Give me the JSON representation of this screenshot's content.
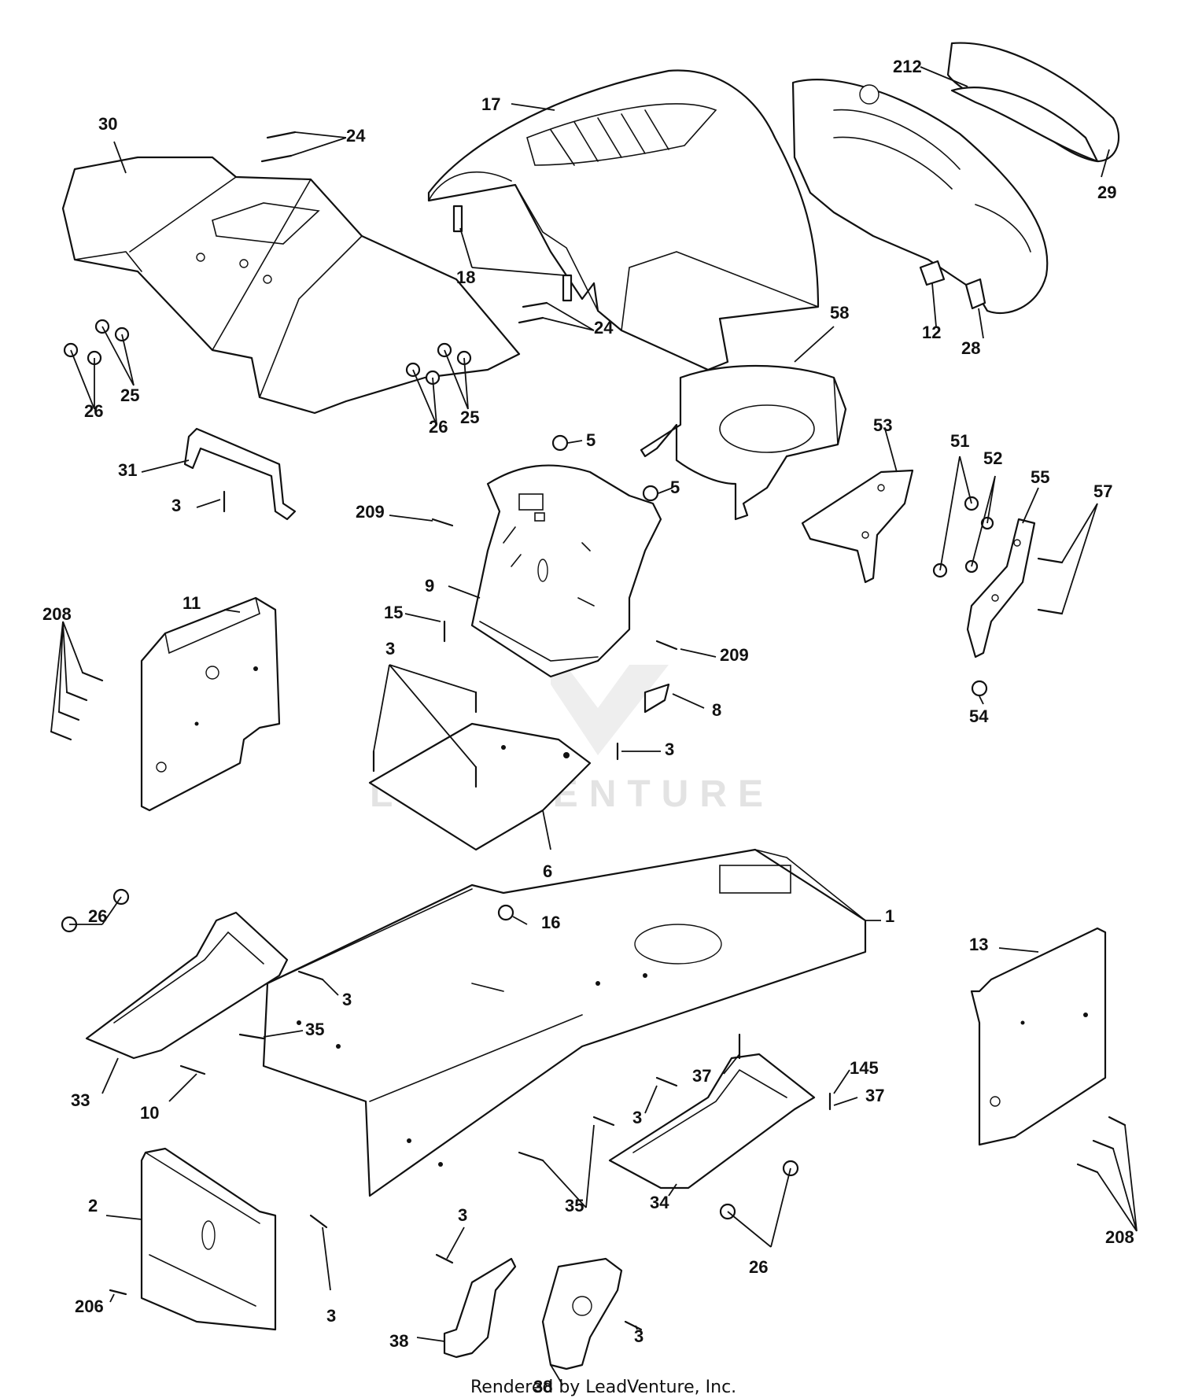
{
  "diagram": {
    "footer": "Rendered by LeadVenture, Inc.",
    "watermark": "LEADVENTURE",
    "callouts": [
      "30",
      "24",
      "17",
      "212",
      "29",
      "18",
      "24",
      "12",
      "28",
      "58",
      "26",
      "25",
      "26",
      "25",
      "31",
      "3",
      "5",
      "5",
      "53",
      "51",
      "52",
      "55",
      "57",
      "209",
      "9",
      "208",
      "11",
      "15",
      "209",
      "54",
      "3",
      "8",
      "3",
      "6",
      "1",
      "26",
      "16",
      "13",
      "3",
      "35",
      "37",
      "145",
      "37",
      "33",
      "10",
      "3",
      "35",
      "34",
      "2",
      "3",
      "26",
      "208",
      "206",
      "38",
      "3",
      "38",
      "3"
    ]
  }
}
